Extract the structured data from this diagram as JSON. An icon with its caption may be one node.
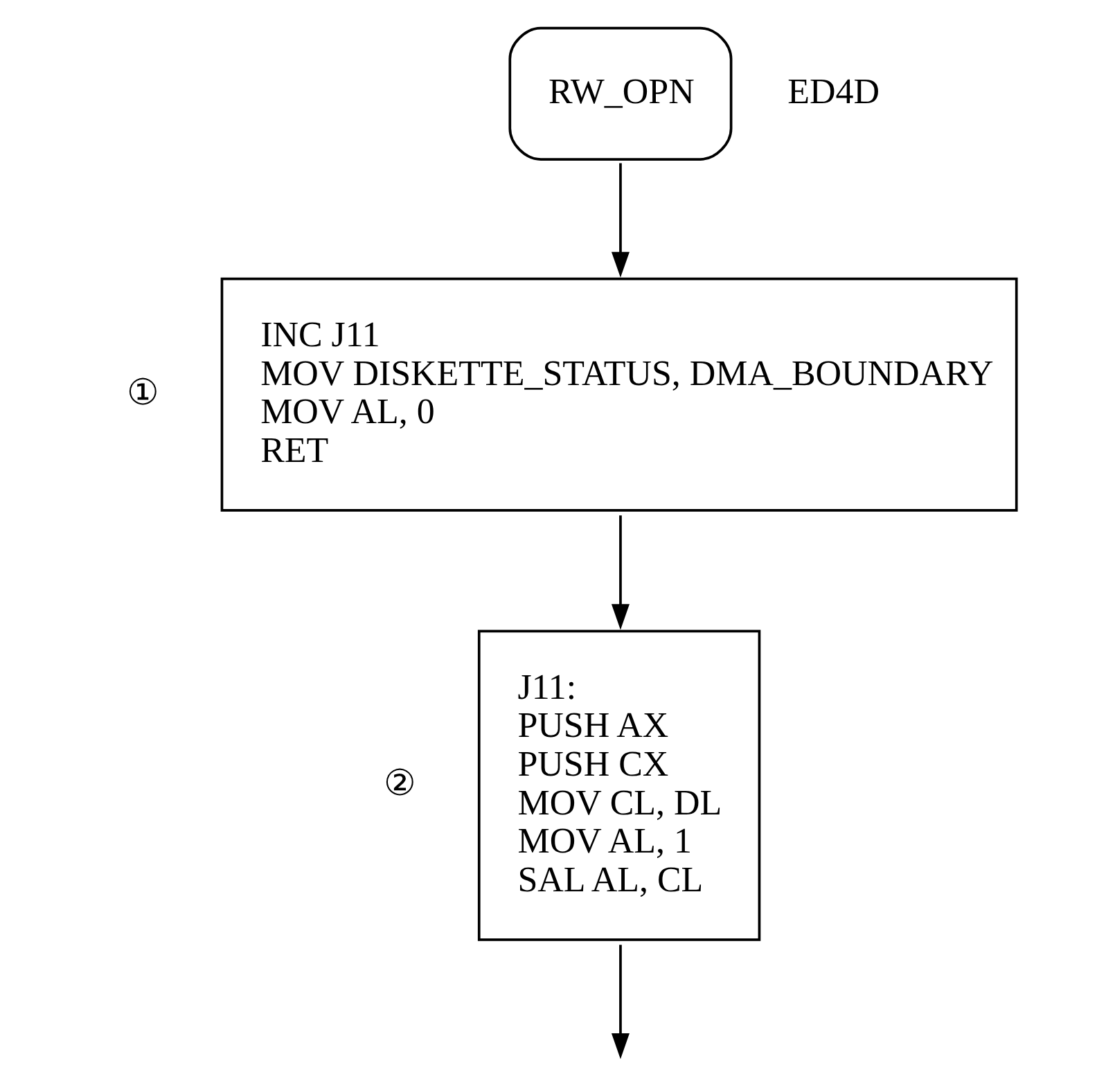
{
  "diagram": {
    "nodes": [
      {
        "text": [
          "RW_OPN"
        ],
        "beside": [
          "ED4D"
        ]
      },
      {
        "text": [
          "INC J11",
          "MOV DISKETTE_STATUS, DMA_BOUNDARY",
          "MOV AL, 0",
          "RET"
        ],
        "beside": [
          "①"
        ]
      },
      {
        "text": [
          "J11:",
          "PUSH AX",
          "PUSH CX",
          "MOV CL, DL",
          "MOV AL, 1",
          "SAL AL, CL"
        ],
        "beside": [
          "②"
        ]
      }
    ],
    "edges": [
      {
        "from": 0,
        "to": 1,
        "arrow": "to"
      },
      {
        "from": 1,
        "to": 2,
        "arrow": "to"
      },
      {
        "from": 2,
        "to": null,
        "arrow": "to"
      }
    ]
  }
}
